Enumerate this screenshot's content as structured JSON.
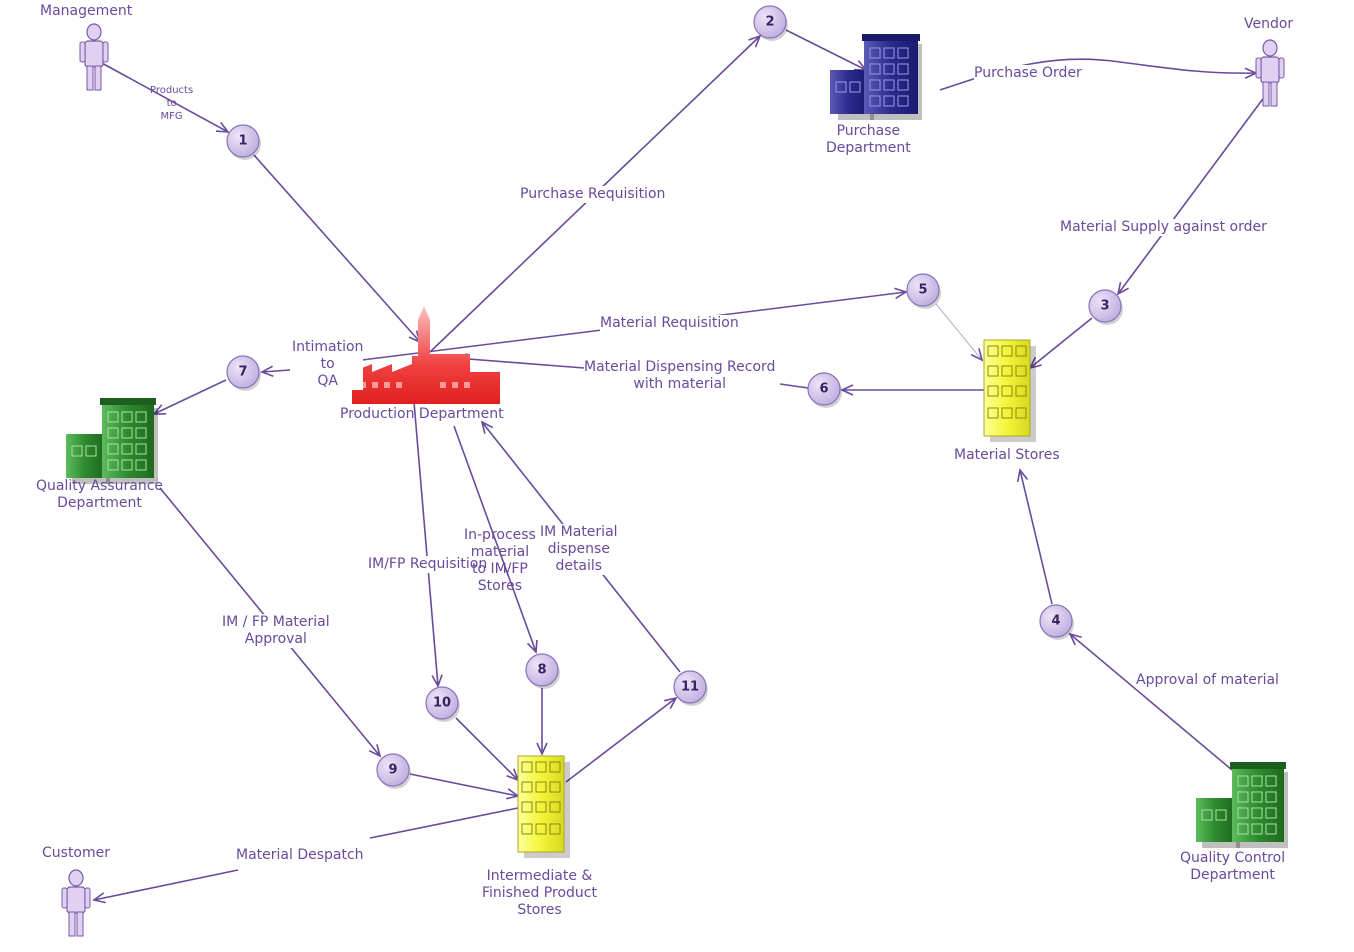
{
  "colors": {
    "line": "#6a4a9a",
    "badge_fill": "#cdbde6",
    "badge_stroke": "#8a72b8",
    "actor_fill": "#e0d0f2",
    "purchase_building": "#2a2a8e",
    "qa_building": "#2e8a2e",
    "stores_building": "#f4f43a",
    "production_building": "#f03030"
  },
  "actors": {
    "management": "Management",
    "vendor": "Vendor",
    "customer": "Customer"
  },
  "departments": {
    "purchase": "Purchase\nDepartment",
    "production": "Production Department",
    "qa": "Quality Assurance\nDepartment",
    "material_stores": "Material Stores",
    "im_fp_stores": "Intermediate &\nFinished Product\nStores",
    "qc": "Quality Control\nDepartment"
  },
  "badges": [
    "1",
    "2",
    "3",
    "4",
    "5",
    "6",
    "7",
    "8",
    "9",
    "10",
    "11"
  ],
  "flows": {
    "products_to_mfg": "Products\nto\nMFG",
    "purchase_requisition": "Purchase Requisition",
    "purchase_order": "Purchase Order",
    "material_supply": "Material Supply against order",
    "material_requisition": "Material Requisition",
    "material_dispensing": "Material Dispensing Record\nwith material",
    "intimation_qa": "Intimation\nto\nQA",
    "im_fp_requisition": "IM/FP Requisition",
    "in_process_material": "In-process\nmaterial\nto IM/FP\nStores",
    "im_material_dispense": "IM Material\ndispense\ndetails",
    "im_fp_approval": "IM / FP Material\nApproval",
    "approval_of_material": "Approval of material",
    "material_despatch": "Material Despatch"
  }
}
